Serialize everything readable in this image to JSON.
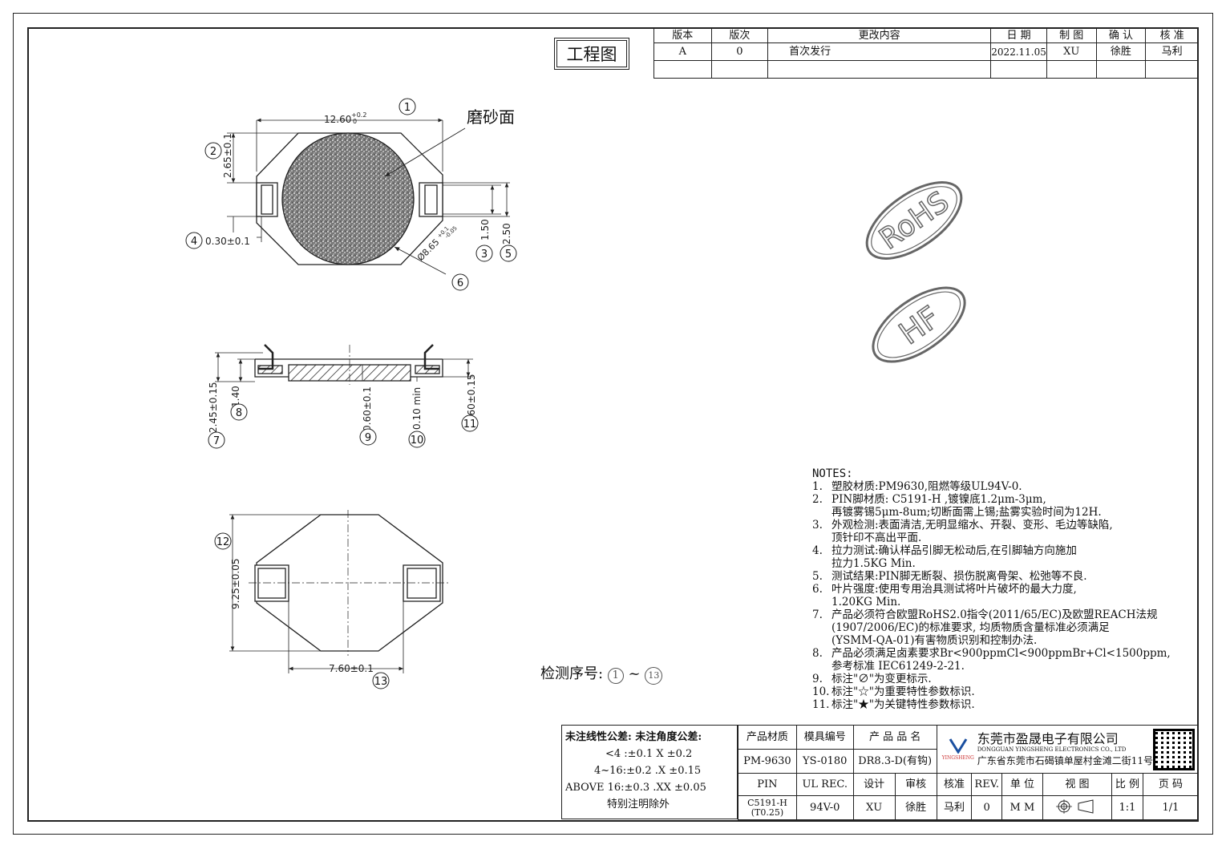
{
  "title_stamp": "工程图",
  "revision_table": {
    "headers": [
      "版本",
      "版次",
      "更改内容",
      "日 期",
      "制 图",
      "确 认",
      "核 准"
    ],
    "rows": [
      [
        "A",
        "0",
        "首次发行",
        "2022.11.05",
        "XU",
        "徐胜",
        "马利"
      ],
      [
        "",
        "",
        "",
        "",
        "",
        "",
        ""
      ]
    ]
  },
  "top_view": {
    "frosted_label": "磨砂面",
    "dims": {
      "width": "12.60",
      "width_tol_upper": "+0.2",
      "width_tol_lower": "0",
      "pad_h": "2.65±0.1",
      "pin_t": "0.30±0.1",
      "pin_h1": "1.50",
      "pin_h2": "2.50",
      "diameter": "Ø8.65",
      "diameter_tol_upper": "+0.1",
      "diameter_tol_lower": "-0.05"
    },
    "balloons": [
      "1",
      "2",
      "3",
      "4",
      "5",
      "6"
    ]
  },
  "side_view": {
    "dims": {
      "total_h": "2.45±0.15",
      "pin_h": "1.40",
      "base_t": "0.60±0.1",
      "gap": "0.10 min",
      "right_t": "0.60±0.15"
    },
    "balloons": [
      "7",
      "8",
      "9",
      "10",
      "11"
    ]
  },
  "bottom_view": {
    "dims": {
      "height": "9.25±0.05",
      "pad_span": "7.60±0.1"
    },
    "balloons": [
      "12",
      "13"
    ]
  },
  "marks": [
    "RoHS",
    "HF"
  ],
  "inspection": {
    "label": "检测序号:",
    "from": "1",
    "sep": "~",
    "to": "13"
  },
  "notes": {
    "header": "NOTES:",
    "items": [
      {
        "num": "1.",
        "text": "塑胶材质:PM9630,阻燃等级UL94V-0."
      },
      {
        "num": "2.",
        "text": "PIN脚材质: C5191-H ,镀镍底1.2μm-3μm,\n再镀雾锡5μm-8um;切断面需上锡;盐雾实验时间为12H."
      },
      {
        "num": "3.",
        "text": "外观检测:表面清洁,无明显缩水、开裂、变形、毛边等缺陷,\n顶针印不高出平面."
      },
      {
        "num": "4.",
        "text": "拉力测试:确认样品引脚无松动后,在引脚轴方向施加\n拉力1.5KG Min."
      },
      {
        "num": "5.",
        "text": "测试结果:PIN脚无断裂、损伤脱离骨架、松弛等不良."
      },
      {
        "num": "6.",
        "text": "叶片强度:使用专用治具测试将叶片破坏的最大力度,\n1.20KG Min."
      },
      {
        "num": "7.",
        "text": "产品必须符合欧盟RoHS2.0指令(2011/65/EC)及欧盟REACH法规\n(1907/2006/EC)的标准要求, 均质物质含量标准必须满足\n(YSMM-QA-01)有害物质识别和控制办法."
      },
      {
        "num": "8.",
        "text": "产品必须满足卤素要求Br<900ppmCl<900ppmBr+Cl<1500ppm,\n参考标准 IEC61249-2-21."
      },
      {
        "num": "9.",
        "text": "标注\"∅\"为变更标示."
      },
      {
        "num": "10.",
        "text": "标注\"☆\"为重要特性参数标识."
      },
      {
        "num": "11.",
        "text": "标注\"★\"为关键特性参数标识."
      }
    ]
  },
  "tolerance": {
    "line1": "未注线性公差:  未注角度公差:",
    "line2": "<4 :±0.1  X ±0.2",
    "line3": "4~16:±0.2  .X ±0.15",
    "line4": "ABOVE 16:±0.3  .XX ±0.05",
    "line5": "特别注明除外"
  },
  "title_block": {
    "material_h": "产品材质",
    "mold_h": "模具编号",
    "product_h": "产 品 品 名",
    "material": "PM-9630",
    "mold": "YS-0180",
    "product": "DR8.3-D(有钩)",
    "pin_h": "PIN",
    "ul_h": "UL REC.",
    "design_h": "设计",
    "review_h": "审核",
    "approve_h": "核准",
    "rev_h": "REV.",
    "unit_h": "单 位",
    "view_h": "视 图",
    "scale_h": "比 例",
    "page_h": "页 码",
    "pin": "C5191-H",
    "pin_sub": "(T0.25)",
    "ul": "94V-0",
    "design": "XU",
    "review": "徐胜",
    "approve": "马利",
    "rev": "0",
    "unit": "M M",
    "scale": "1:1",
    "page": "1/1",
    "company_cn": "东莞市盈晟电子有限公司",
    "company_en": "DONGGUAN YINGSHENG ELECTRONICS CO., LTD",
    "logo_text": "YINGSHENG",
    "address": "广东省东莞市石碣镇单屋村金滩二街11号"
  }
}
